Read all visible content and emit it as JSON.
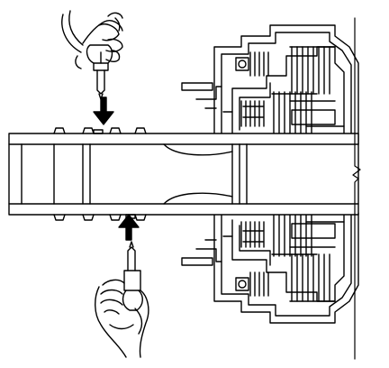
{
  "diagram": {
    "parts": [
      "hand-holding-air-gun-top",
      "hand-holding-air-gun-bottom",
      "air-flow-arrow-down",
      "air-flow-arrow-up",
      "splined-shaft",
      "clutch-drum-upper",
      "clutch-drum-lower",
      "clutch-pack-upper",
      "clutch-pack-lower",
      "return-spring-upper",
      "return-spring-lower",
      "section-break"
    ],
    "colors": {
      "line": "#000000",
      "fill": "#ffffff"
    }
  }
}
